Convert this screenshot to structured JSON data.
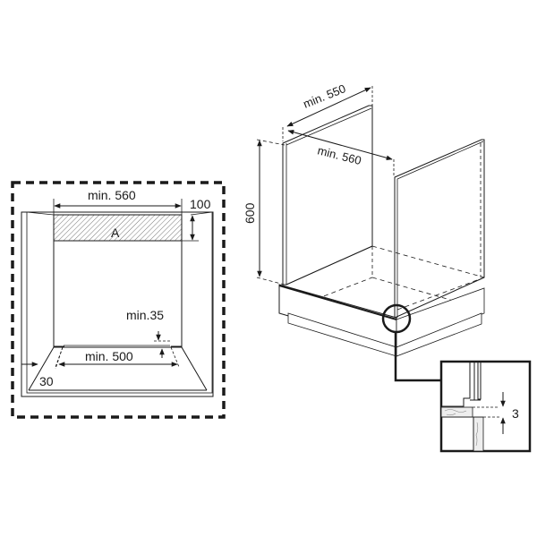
{
  "front_view": {
    "width_label": "min. 560",
    "height_label": "100",
    "zone_label": "A",
    "gap_label": "min.35",
    "bottom_width_label": "min. 500",
    "side_label": "30"
  },
  "iso_view": {
    "depth_label": "min. 550",
    "width_label": "min. 560",
    "height_label": "600"
  },
  "detail_view": {
    "gap_label": "3"
  },
  "colors": {
    "line": "#1a1a1a",
    "hatch": "#777777",
    "background": "#ffffff"
  }
}
